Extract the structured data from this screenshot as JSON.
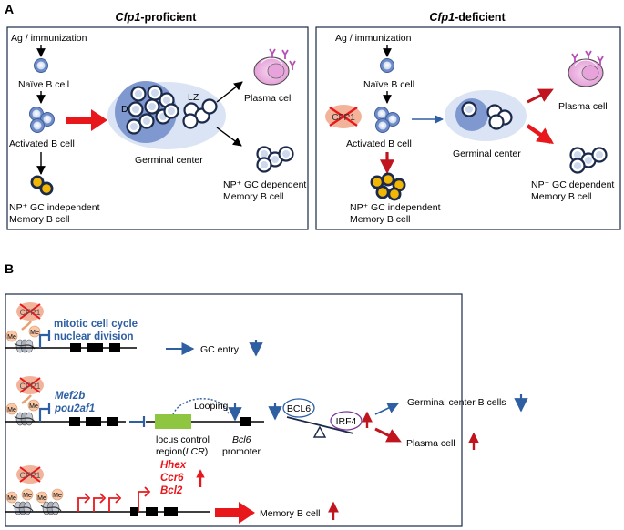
{
  "panel_a": {
    "letter": "A",
    "proficient": {
      "title_gene": "Cfp1",
      "title_suffix": "-proficient",
      "ag": "Ag / immunization",
      "naive": "Naïve B cell",
      "activated": "Activated B cell",
      "np_indep_line1": "NP⁺ GC independent",
      "np_indep_line2": "Memory B cell",
      "dz": "DZ",
      "lz": "LZ",
      "germinal_center": "Germinal center",
      "plasma": "Plasma cell",
      "np_dep_line1": "NP⁺ GC dependent",
      "np_dep_line2": "Memory B cell"
    },
    "deficient": {
      "title_gene": "Cfp1",
      "title_suffix": "-deficient",
      "ag": "Ag / immunization",
      "naive": "Naïve B cell",
      "activated": "Activated B cell",
      "cfp1": "CFP1",
      "np_indep_line1": "NP⁺ GC independent",
      "np_indep_line2": "Memory B cell",
      "germinal_center": "Germinal center",
      "plasma": "Plasma cell",
      "np_dep_line1": "NP⁺ GC dependent",
      "np_dep_line2": "Memory B cell"
    }
  },
  "panel_b": {
    "letter": "B",
    "cfp1": "CFP1",
    "me": "Me",
    "row1": {
      "gene_line1": "mitotic cell cycle",
      "gene_line2": "nuclear division",
      "outcome": "GC entry"
    },
    "row2": {
      "gene_line1": "Mef2b",
      "gene_line2": "pou2af1",
      "looping": "Looping",
      "lcr_line1": "locus control",
      "lcr_line2_a": "region(",
      "lcr_line2_b": "LCR",
      "lcr_line2_c": ")",
      "bcl6_line1": "Bcl6",
      "bcl6_line2": "promoter",
      "bcl6_protein": "BCL6",
      "irf4": "IRF4",
      "gc_b_cells": "Germinal center B cells",
      "plasma": "Plasma cell"
    },
    "row3": {
      "gene_line1": "Hhex",
      "gene_line2": "Ccr6",
      "gene_line3": "Bcl2",
      "outcome": "Memory B cell"
    }
  },
  "colors": {
    "blue_text": "#2e5fa3",
    "red_text": "#e8171b",
    "dark_red": "#b4141e",
    "gc_light": "#dbe4f4",
    "gc_dark": "#7f99d0",
    "cell_blue": "#6f8cc8",
    "gold": "#f2b705",
    "plasma_pink": "#e3a7d8",
    "purple": "#b84fb8",
    "green_lcr": "#8ec641",
    "cfp1_salmon": "#f3b39a"
  }
}
